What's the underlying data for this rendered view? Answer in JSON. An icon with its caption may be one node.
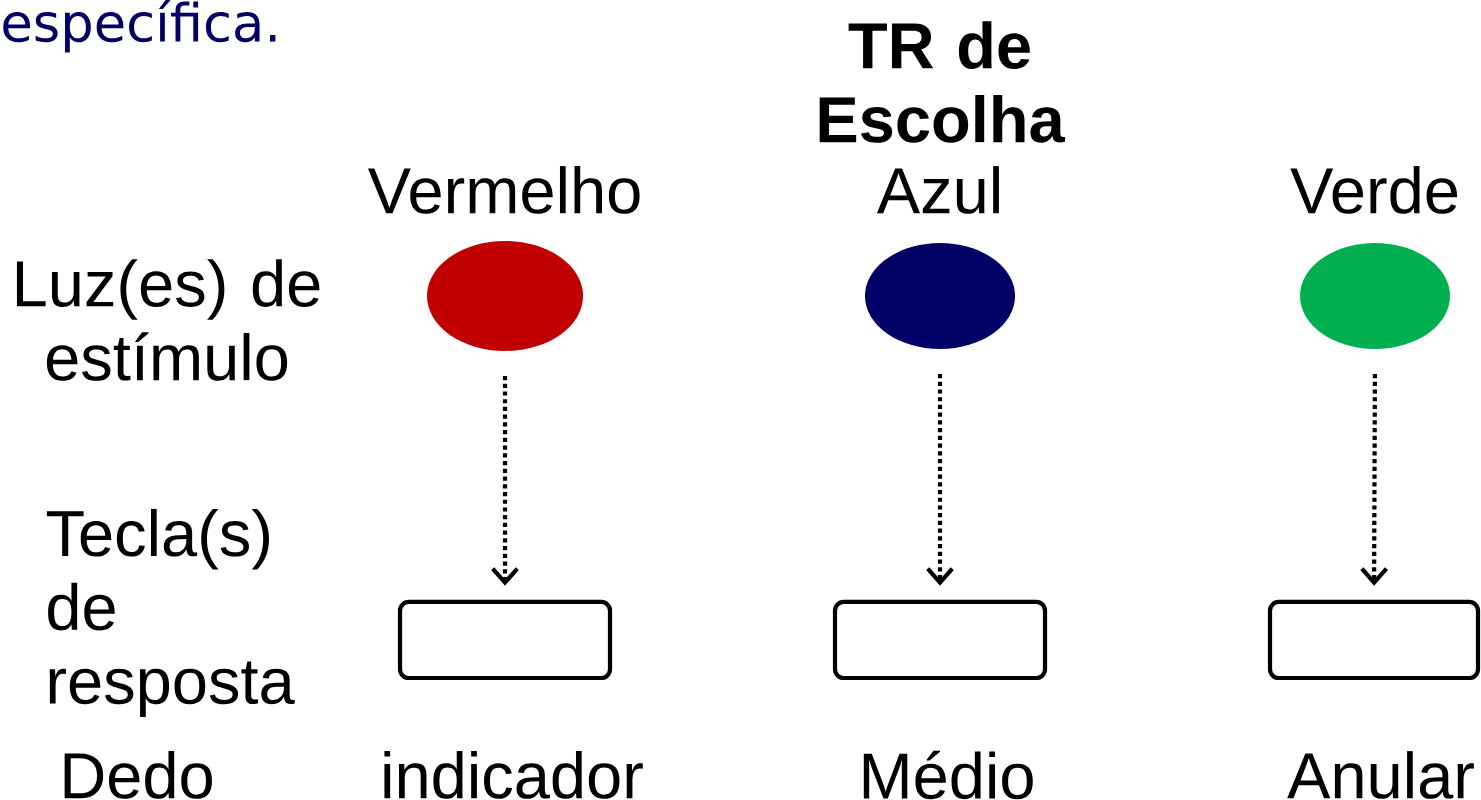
{
  "diagram": {
    "title": "TR de Escolha",
    "nodes": [
      {
        "text": [
          "Vermelho"
        ]
      },
      {
        "text": [
          "Azul"
        ]
      },
      {
        "text": [
          "Verde"
        ]
      },
      {
        "text": [],
        "shape": "box",
        "beside": [
          "indicador"
        ]
      },
      {
        "text": [],
        "shape": "box",
        "beside": [
          "Médio"
        ]
      },
      {
        "text": [],
        "shape": "box",
        "beside": [
          "Anular"
        ]
      }
    ],
    "edges": [
      {
        "from": 0,
        "to": 3,
        "arrow": "to",
        "style": "dashed"
      },
      {
        "from": 1,
        "to": 4,
        "arrow": "to",
        "style": "dashed"
      },
      {
        "from": 2,
        "to": 5,
        "arrow": "to",
        "style": "dashed"
      }
    ],
    "labels": [
      "específica.",
      "Luz(es) de estímulo",
      "Tecla(s) de resposta",
      "Dedo"
    ]
  }
}
